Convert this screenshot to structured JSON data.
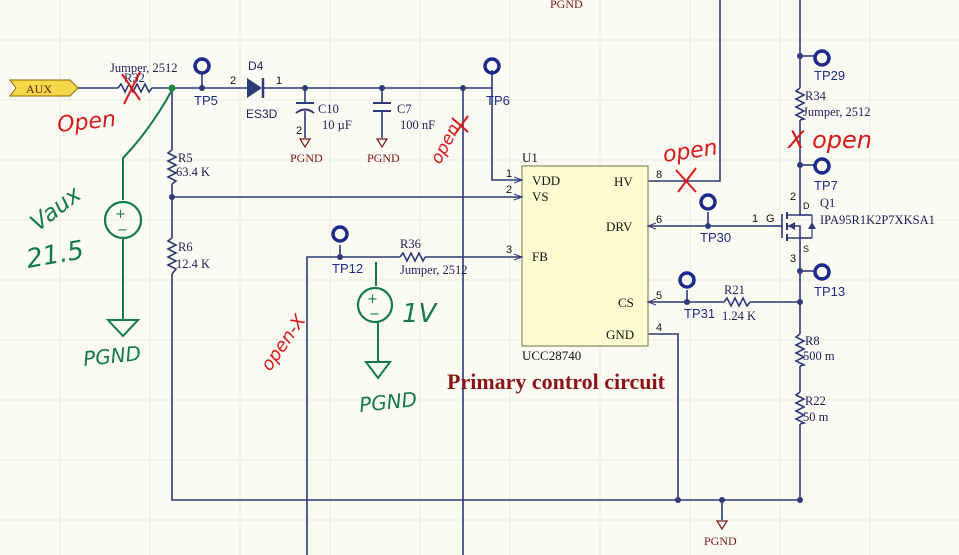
{
  "net_labels": {
    "aux": "AUX",
    "pgnd": "PGND"
  },
  "components": {
    "r32": {
      "ref": "R32",
      "value": "Jumper, 2512"
    },
    "d4": {
      "ref": "D4",
      "value": "ES3D",
      "pin_a": "2",
      "pin_k": "1"
    },
    "c10": {
      "ref": "C10",
      "value": "10 µF",
      "pin": "2"
    },
    "c7": {
      "ref": "C7",
      "value": "100 nF"
    },
    "r5": {
      "ref": "R5",
      "value": "63.4 K"
    },
    "r6": {
      "ref": "R6",
      "value": "12.4 K"
    },
    "r36": {
      "ref": "R36",
      "value": "Jumper, 2512"
    },
    "r34": {
      "ref": "R34",
      "value": "Jumper, 2512"
    },
    "r21": {
      "ref": "R21",
      "value": "1.24 K"
    },
    "r8": {
      "ref": "R8",
      "value": "500 m"
    },
    "r22": {
      "ref": "R22",
      "value": "50 m"
    },
    "q1": {
      "ref": "Q1",
      "value": "IPA95R1K2P7XKSA1",
      "g": "G",
      "d": "D",
      "s": "S",
      "pin1": "1",
      "pin2": "2",
      "pin3": "3"
    },
    "u1": {
      "ref": "U1",
      "part": "UCC28740",
      "pins": {
        "vdd": {
          "name": "VDD",
          "num": "1"
        },
        "vs": {
          "name": "VS",
          "num": "2"
        },
        "fb": {
          "name": "FB",
          "num": "3"
        },
        "hv": {
          "name": "HV",
          "num": "8"
        },
        "drv": {
          "name": "DRV",
          "num": "6"
        },
        "cs": {
          "name": "CS",
          "num": "5"
        },
        "gnd": {
          "name": "GND",
          "num": "4"
        }
      }
    }
  },
  "test_points": {
    "tp5": "TP5",
    "tp6": "TP6",
    "tp7": "TP7",
    "tp12": "TP12",
    "tp13": "TP13",
    "tp29": "TP29",
    "tp30": "TP30",
    "tp31": "TP31"
  },
  "title": "Primary control circuit",
  "annotations": {
    "open1": "Open",
    "open2": "open",
    "open3": "open",
    "open4": "X open",
    "open5": "open-X",
    "vaux": "Vaux",
    "v21": "21.5",
    "v1": "1V",
    "pgnd_hand1": "PGND",
    "pgnd_hand2": "PGND"
  },
  "colors": {
    "wire": "#2d3a78",
    "title": "#8a1416",
    "annotation_red": "#d61a1a",
    "annotation_green": "#157a4a",
    "ic_fill": "#fdfbd0"
  }
}
